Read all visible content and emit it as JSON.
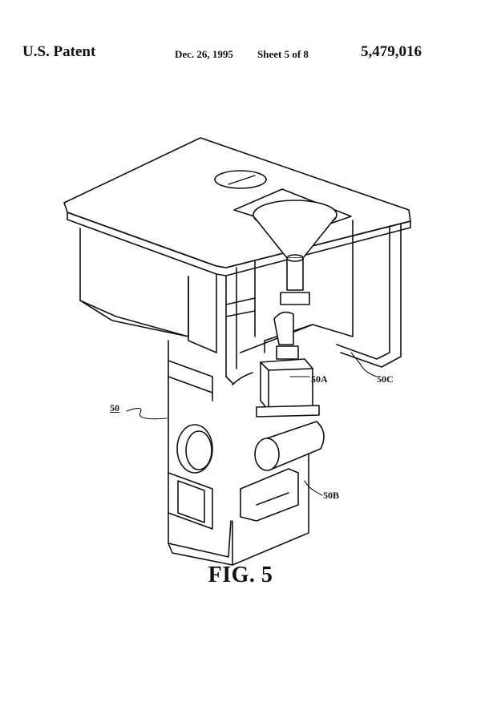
{
  "header": {
    "left": "U.S. Patent",
    "date": "Dec. 26, 1995",
    "sheet": "Sheet 5 of 8",
    "patent_number": "5,479,016"
  },
  "labels": {
    "ref_50": "50",
    "ref_50A": "50A",
    "ref_50B": "50B",
    "ref_50C": "50C"
  },
  "caption": "FIG. 5"
}
